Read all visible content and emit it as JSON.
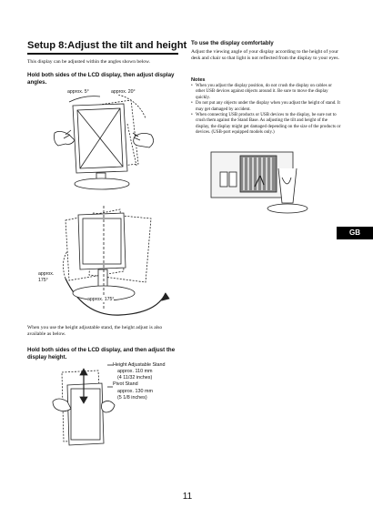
{
  "page": {
    "title": "Setup 8:Adjust the tilt and height",
    "intro": "This display can be adjusted within the angles shown below.",
    "step1_heading": "Hold both sides of the LCD display, then adjust display angles.",
    "fig1": {
      "label_left": "approx. 5°",
      "label_right": "approx. 20°"
    },
    "fig2": {
      "label_swivel_line1": "approx.",
      "label_swivel_line2": "175°",
      "label_bottom": "approx. 175°"
    },
    "height_para": "When you use the height adjustable stand, the height adjust is also available as below.",
    "step2_heading": "Hold both sides of the LCD display, and then adjust the display height.",
    "spec": {
      "line1": "Height Adjustable Stand",
      "line2": "approx. 110 mm",
      "line3": "(4 11/32 inches)",
      "line4": "Pivot Stand",
      "line5": "approx. 130 mm",
      "line6": "(5 1/8 inches)"
    },
    "page_number": "11",
    "right": {
      "heading": "To use the display comfortably",
      "text": "Adjust the viewing angle of your display according to the height of your desk and chair so that light is not reflected from the display to your eyes.",
      "notes_heading": "Notes",
      "notes": [
        "When you adjust the display position, do not crush the display on cables or other USB devices against objects around it. Be sure to move the display quickly.",
        "Do not put any objects under the display when you adjust the height of stand. It may get damaged by accident.",
        "When connecting USB products or USB devices to the display, be sure not to crush them against the Stand Base. As adjusting the tilt and height of the display, the display might get damaged depending on the size of the products or devices. (USB-port equipped models only.)"
      ]
    },
    "tab_label": "GB"
  }
}
